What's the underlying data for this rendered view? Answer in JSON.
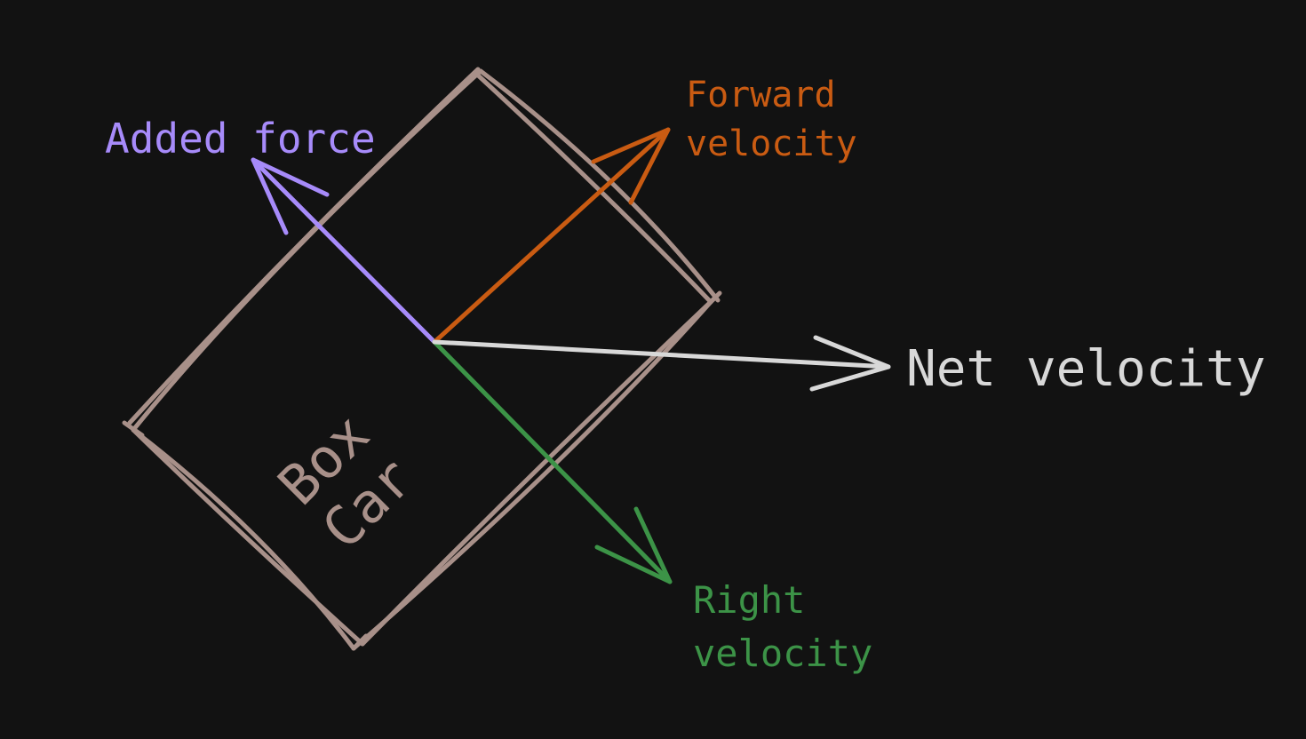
{
  "diagram": {
    "background_color": "#121212",
    "box": {
      "lines": [
        "Box",
        "Car"
      ],
      "color": "#a89089"
    },
    "labels": {
      "added_force": "Added force",
      "forward_velocity": [
        "Forward",
        "velocity"
      ],
      "net_velocity": "Net velocity",
      "right_velocity": [
        "Right",
        "velocity"
      ]
    },
    "colors": {
      "added_force": "#a78bfa",
      "forward_velocity": "#c95b12",
      "net_velocity": "#d8d8d8",
      "right_velocity": "#3c9347"
    }
  }
}
